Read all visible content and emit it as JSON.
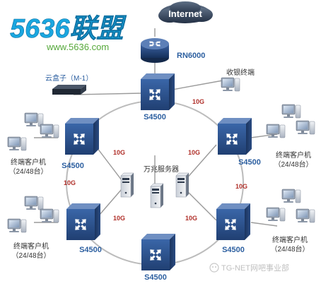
{
  "logo": {
    "brand": "5636联盟",
    "url": "www.5636.com"
  },
  "internet": {
    "label": "Internet"
  },
  "core_router": {
    "label": "RN6000"
  },
  "set_top_box": {
    "label": "云盒子（M-1）"
  },
  "cashier_terminal": {
    "label": "收银终端"
  },
  "switches": {
    "top": "S4500",
    "upper_left": "S4500",
    "upper_right": "S4500",
    "lower_left": "S4500",
    "lower_right": "S4500",
    "bottom": "S4500"
  },
  "links": {
    "top_right": "10G",
    "upper_left_in": "10G",
    "upper_right_in": "10G",
    "left_side": "10G",
    "right_side": "10G",
    "lower_left_in": "10G",
    "lower_right_in": "10G"
  },
  "server_group": {
    "label": "万兆服务器"
  },
  "client_groups": {
    "upper_left": {
      "name": "终端客户机",
      "count": "（24/48台）"
    },
    "upper_right": {
      "name": "终端客户机",
      "count": "（24/48台）"
    },
    "lower_left": {
      "name": "终端客户机",
      "count": "（24/48台）"
    },
    "lower_right": {
      "name": "终端客户机",
      "count": "（24/48台）"
    }
  },
  "watermark": {
    "text": "TG-NET网吧事业部"
  },
  "colors": {
    "switch_face": "#2b4f86",
    "switch_top": "#5a7db3",
    "ring": "#b8b8b8",
    "router": "#1d3e72",
    "logo_digits": "#1aa7e0",
    "logo_chars": "#8cc63f"
  }
}
